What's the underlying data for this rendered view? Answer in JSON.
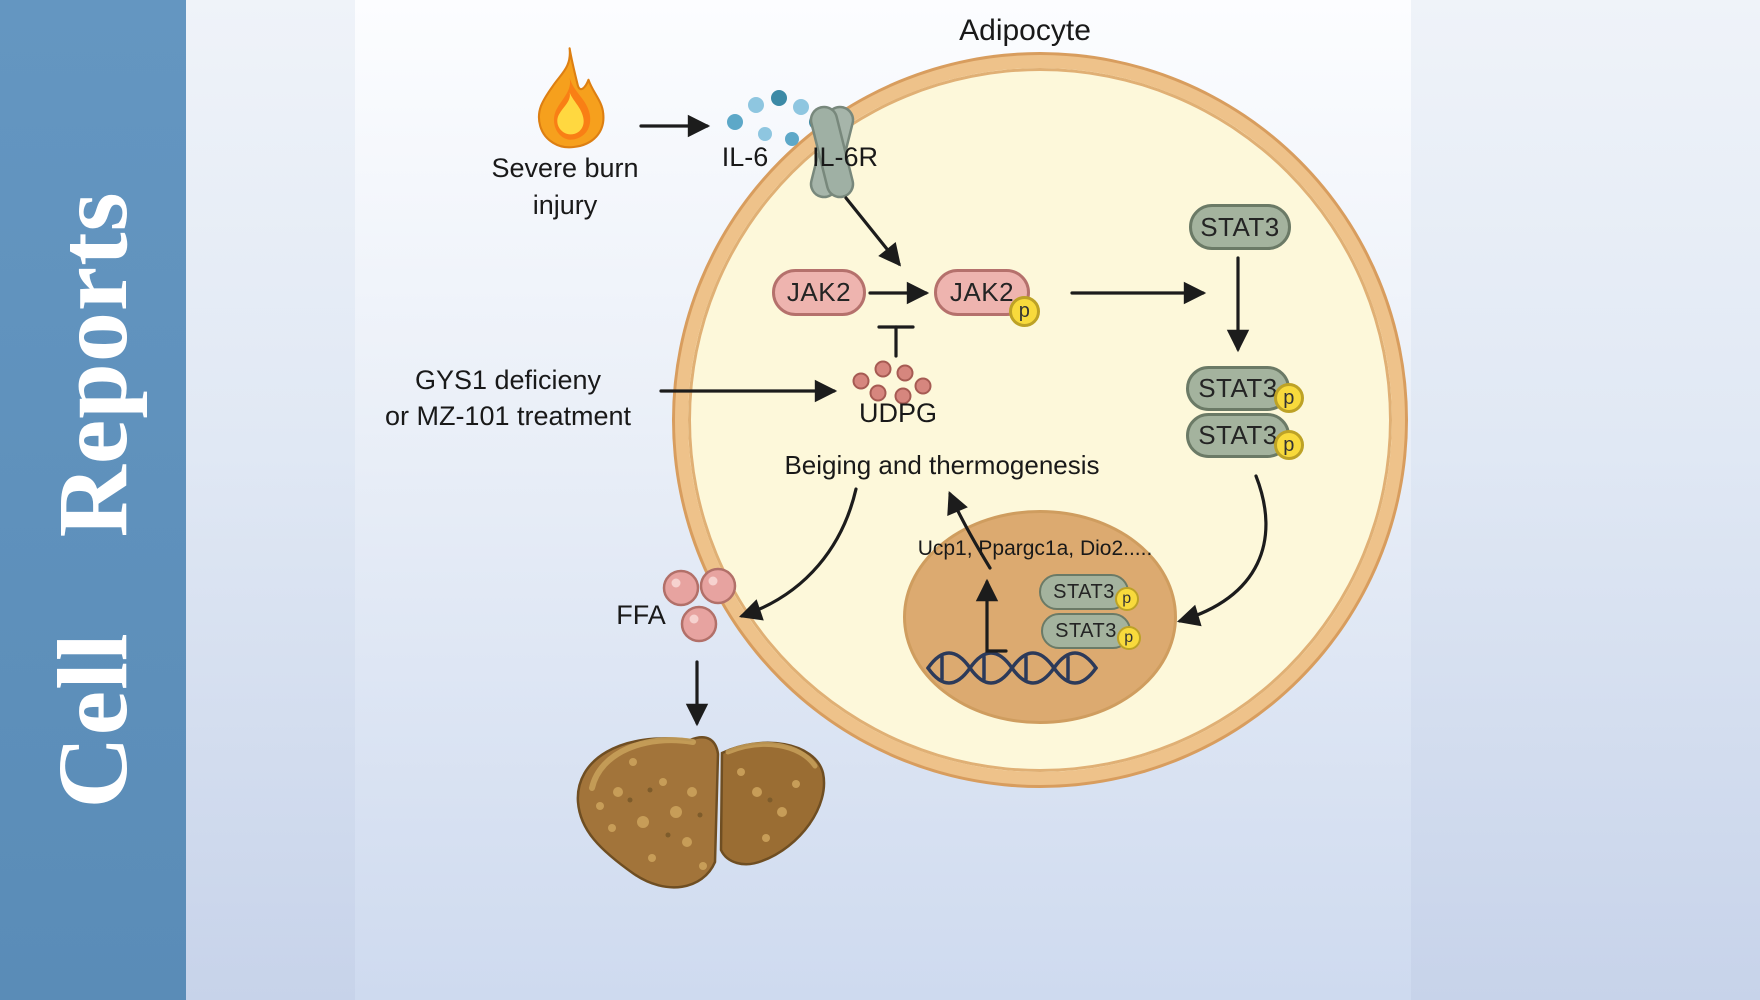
{
  "sidebar": {
    "word1": "Cell",
    "word2": "Reports"
  },
  "figure": {
    "title": "Adipocyte",
    "burn": {
      "line1": "Severe burn",
      "line2": "injury"
    },
    "il6": "IL-6",
    "il6r": "IL-6R",
    "jak2": "JAK2",
    "jak2_p": "JAK2",
    "stat3": "STAT3",
    "stat3_p_top": "STAT3",
    "stat3_p_bottom": "STAT3",
    "phospho": "p",
    "gys1": {
      "line1": "GYS1 deficieny",
      "line2": "or MZ-101 treatment"
    },
    "udpg": "UDPG",
    "beiging": "Beiging and thermogenesis",
    "nucleus": {
      "genes": "Ucp1, Ppargc1a, Dio2.....",
      "stat3_top": "STAT3",
      "stat3_bottom": "STAT3"
    },
    "ffa": "FFA"
  },
  "colors": {
    "sidebar_blue": "#5e90bb",
    "cell_fill": "#fdf8da",
    "cell_border": "#eec28a",
    "jak2_fill": "#eeb4af",
    "jak2_border": "#b5716c",
    "stat3_fill": "#a4b39e",
    "stat3_border": "#6b7a66",
    "phospho_fill": "#f8da3c",
    "nucleus_fill": "#dcaa70",
    "arrow": "#1c1c1c",
    "il6_dot_blue": "#8ec6e0",
    "udpg_dot_red": "#d6867e",
    "ffa_pink": "#e7a3a0",
    "liver_brown": "#a2743a"
  }
}
